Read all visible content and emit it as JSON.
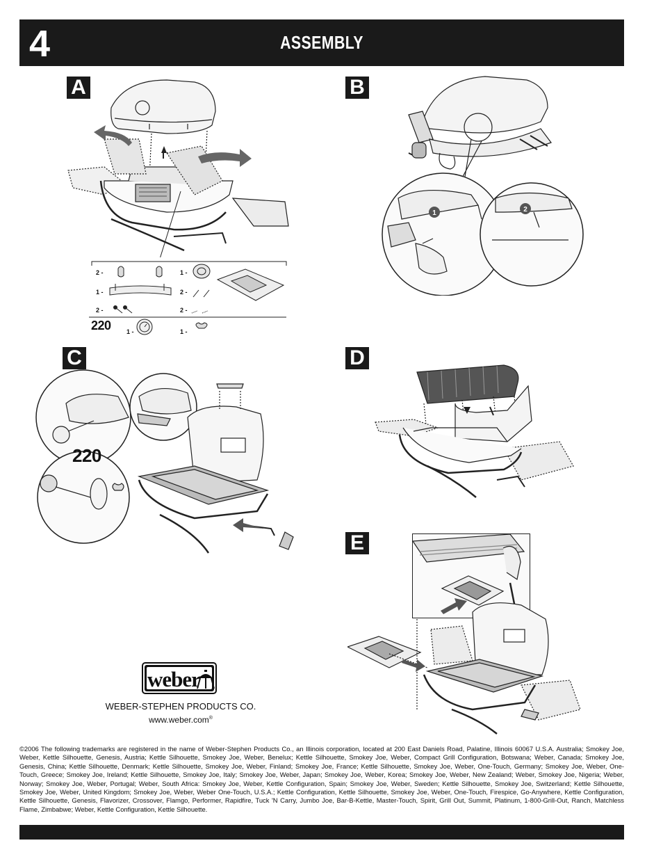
{
  "header": {
    "page_number": "4",
    "title": "ASSEMBLY"
  },
  "steps": {
    "a": "A",
    "b": "B",
    "c": "C",
    "d": "D",
    "e": "E"
  },
  "parts_list": {
    "items": [
      {
        "qty": "2 -",
        "name": "handle-bracket"
      },
      {
        "qty": "1 -",
        "name": "lid-handle"
      },
      {
        "qty": "2 -",
        "name": "bolts"
      },
      {
        "qty": "1 -",
        "name": "thermometer"
      },
      {
        "qty": "1 -",
        "name": "control-knob"
      },
      {
        "qty": "2 -",
        "name": "pins"
      },
      {
        "qty": "2 -",
        "name": "clips"
      },
      {
        "qty": "1 -",
        "name": "wing-nut"
      }
    ],
    "model": "220",
    "drip_tray": "drip-tray"
  },
  "callouts": {
    "one": "1",
    "two": "2"
  },
  "step_c_model": "220",
  "brand": {
    "logo_text": "weber",
    "company": "WEBER-STEPHEN PRODUCTS CO.",
    "website": "www.weber.com",
    "registered": "®"
  },
  "trademark_text": "©2006 The following trademarks are registered in the name of Weber-Stephen Products Co., an Illinois corporation, located at 200 East Daniels Road, Palatine, Illinois 60067 U.S.A. Australia; Smokey Joe, Weber, Kettle Silhouette, Genesis, Austria; Kettle Silhouette, Smokey Joe, Weber, Benelux; Kettle Silhouette, Smokey Joe, Weber, Compact Grill Configuration, Botswana; Weber, Canada; Smokey Joe, Genesis, China; Kettle Silhouette, Denmark; Kettle Silhouette, Smokey Joe, Weber, Finland; Smokey Joe, France; Kettle Silhouette, Smokey Joe, Weber, One-Touch, Germany; Smokey Joe, Weber, One-Touch, Greece; Smokey Joe, Ireland; Kettle Silhouette, Smokey Joe, Italy; Smokey Joe, Weber, Japan; Smokey Joe, Weber, Korea; Smokey Joe, Weber, New Zealand; Weber, Smokey Joe, Nigeria; Weber, Norway; Smokey Joe, Weber, Portugal; Weber, South Africa: Smokey Joe, Weber, Kettle Configuration, Spain; Smokey Joe, Weber, Sweden; Kettle Silhouette, Smokey Joe, Switzerland; Kettle Silhouette, Smokey Joe, Weber, United Kingdom; Smokey Joe, Weber, Weber One-Touch, U.S.A.; Kettle Configuration, Kettle Silhouette, Smokey Joe, Weber, One-Touch, Firespice, Go-Anywhere, Kettle Configuration, Kettle Silhouette, Genesis, Flavorizer, Crossover, Flamgo, Performer, Rapidfire, Tuck 'N Carry, Jumbo Joe, Bar-B-Kettle, Master-Touch, Spirit, Grill Out, Summit, Platinum, 1-800-Grill-Out, Ranch, Matchless Flame, Zimbabwe; Weber, Kettle Configuration, Kettle Silhouette."
}
